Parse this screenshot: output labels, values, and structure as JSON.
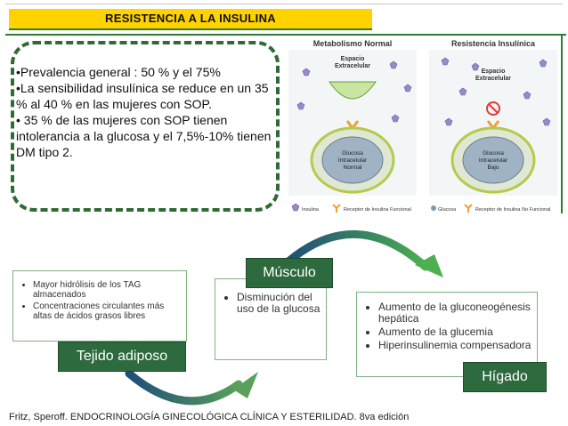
{
  "title": "RESISTENCIA  A  LA  INSULINA",
  "stats": [
    "•Prevalencia general : 50 % y el 75%",
    "•La sensibilidad insulínica se reduce en un 35 % al 40 % en las mujeres con SOP.",
    "• 35 % de las mujeres con SOP tienen intolerancia a la glucosa y el 7,5%-10% tienen DM tipo 2."
  ],
  "illustration": {
    "normal": {
      "title": "Metabolismo Normal",
      "extracellular": [
        "Espacio",
        "Extracelular"
      ],
      "intracellular": [
        "Glucosa",
        "Intracelular",
        "Normal"
      ]
    },
    "resistance": {
      "title": "Resistencia Insulínica",
      "extracellular": [
        "Espacio",
        "Extracelular"
      ],
      "intracellular": [
        "Glucosa",
        "Intracelular",
        "Bajo"
      ]
    },
    "legend": {
      "insulin": "Insulina",
      "receptor_functional": "Receptor de Insulina Funcional",
      "glucose": "Glucosa",
      "receptor_nonfunctional": "Receptor de Insulina No Funcional"
    }
  },
  "tejido": {
    "label": "Tejido adiposo",
    "items": [
      "Mayor hidrólisis de los TAG almacenados",
      "Concentraciones circulantes más altas de ácidos grasos libres"
    ]
  },
  "musculo": {
    "label": "Músculo",
    "items": [
      "Disminución del uso de la glucosa"
    ]
  },
  "higado": {
    "label": "Hígado",
    "items": [
      "Aumento de la gluconeogénesis hepática",
      "Aumento de la glucemia",
      "Hiperinsulinemia compensadora"
    ]
  },
  "citation": "Fritz, Speroff. ENDOCRINOLOGÍA GINECOLÓGICA CLÍNICA Y ESTERILIDAD. 8va edición",
  "colors": {
    "title_bg": "#ffd200",
    "accent_green": "#2e7d32",
    "label_bg": "#2d6a3e",
    "arrow_start": "#1f4e79",
    "arrow_end": "#4caf50"
  }
}
